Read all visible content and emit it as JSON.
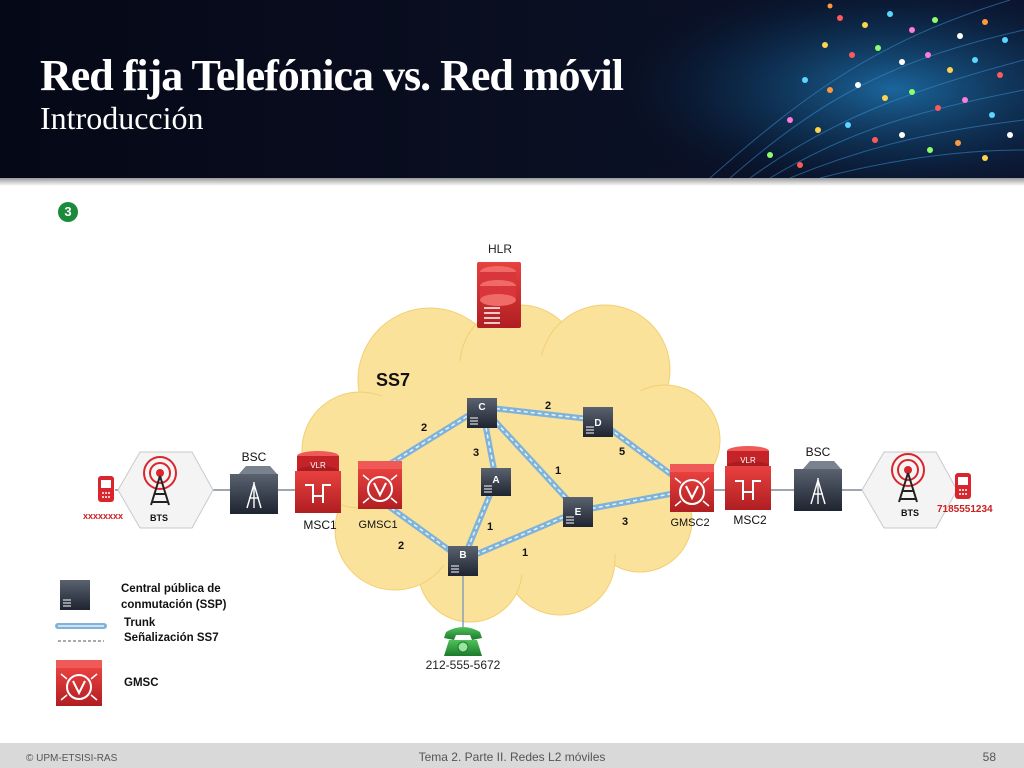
{
  "header": {
    "title": "Red  fija Telefónica vs. Red móvil",
    "subtitle": "Introducción"
  },
  "step_badge": "3",
  "diagram": {
    "hlr_label": "HLR",
    "cloud_label": "SS7",
    "left_phone_number": "xxxxxxxx",
    "left_bts_label": "BTS",
    "left_bsc_label": "BSC",
    "msc1_label": "MSC1",
    "gmsc1_label": "GMSC1",
    "vlr_label": "VLR",
    "gmsc2_label": "GMSC2",
    "msc2_label": "MSC2",
    "right_bsc_label": "BSC",
    "right_bts_label": "BTS",
    "right_phone_number": "7185551234",
    "fixed_phone_number": "212-555-5672",
    "node_labels": {
      "a": "A",
      "b": "B",
      "c": "C",
      "d": "D",
      "e": "E"
    },
    "link_weights": {
      "gmsc1_c": "2",
      "c_d": "2",
      "c_a": "3",
      "d_gmsc2": "5",
      "c_e": "1",
      "gmsc1_b": "2",
      "a_b": "1",
      "b_e": "1",
      "e_gmsc2": "3"
    }
  },
  "legend": {
    "ssp_label_line1": "Central pública de",
    "ssp_label_line2": "conmutación (SSP)",
    "trunk_label": "Trunk",
    "ss7_label": "Señalización SS7",
    "gmsc_label": "GMSC"
  },
  "footer": {
    "copyright": "© UPM-ETSISI-RAS",
    "course": "Tema 2. Parte II. Redes L2 móviles",
    "page": "58"
  },
  "colors": {
    "header_bg": "#050816",
    "cloud": "#fbe29a",
    "cisco_red": "#d9262c",
    "switch_dark": "#2b3140",
    "trunk_blue": "#7fb3d9",
    "number_red": "#cc1f1f"
  }
}
